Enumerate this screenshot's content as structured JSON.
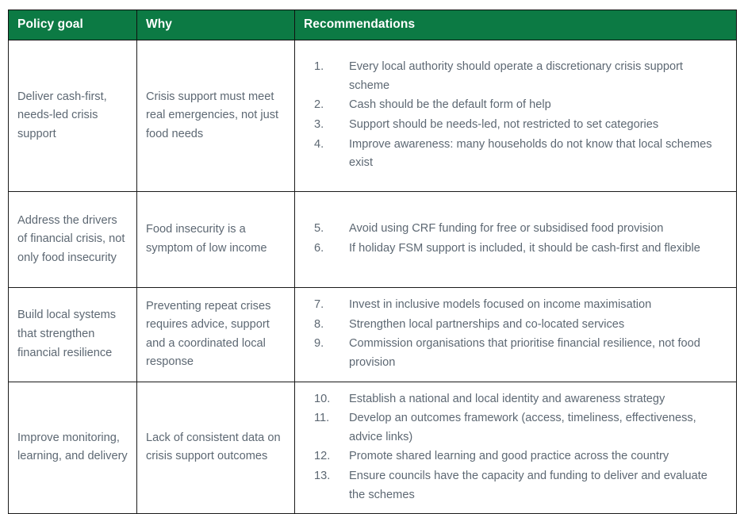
{
  "table": {
    "columns": [
      {
        "key": "goal",
        "label": "Policy goal"
      },
      {
        "key": "why",
        "label": "Why"
      },
      {
        "key": "recommendations",
        "label": "Recommendations"
      }
    ],
    "header": {
      "background_color": "#0c7a44",
      "text_color": "#ffffff"
    },
    "body": {
      "text_color": "#5d6873",
      "border_color": "#1a1a1a",
      "background_color": "#ffffff"
    },
    "rows": [
      {
        "goal": "Deliver cash-first, needs-led crisis support",
        "why": "Crisis support must meet real emergencies, not just food needs",
        "recommendations": [
          {
            "number": "1.",
            "text": " Every local authority should operate a discretionary crisis support scheme"
          },
          {
            "number": "2.",
            "text": "Cash should be the default form of help"
          },
          {
            "number": "3.",
            "text": "Support should be needs-led, not restricted to set categories"
          },
          {
            "number": "4.",
            "text": "Improve awareness: many households do not know that local schemes exist"
          }
        ]
      },
      {
        "goal": "Address the drivers of financial crisis, not only food insecurity",
        "why": "Food insecurity is a symptom of low income",
        "recommendations": [
          {
            "number": "5.",
            "text": "Avoid using CRF funding for free or subsidised food provision"
          },
          {
            "number": "6.",
            "text": "If holiday FSM support is included, it should be cash-first and flexible"
          }
        ]
      },
      {
        "goal": "Build local systems that strengthen financial resilience",
        "why": "Preventing repeat crises requires advice, support and a coordinated local response",
        "recommendations": [
          {
            "number": "7.",
            "text": "Invest in inclusive models focused on income maximisation"
          },
          {
            "number": "8.",
            "text": "Strengthen local partnerships and co-located services"
          },
          {
            "number": "9.",
            "text": "Commission organisations that prioritise financial resilience, not food provision"
          }
        ]
      },
      {
        "goal": "Improve monitoring, learning, and delivery",
        "why": "Lack of consistent data on crisis support outcomes",
        "recommendations": [
          {
            "number": "10.",
            "text": "Establish a national and local identity and awareness strategy"
          },
          {
            "number": "11.",
            "text": "Develop an outcomes framework (access, timeliness, effectiveness, advice links)"
          },
          {
            "number": "12.",
            "text": "Promote shared learning and good practice across the country"
          },
          {
            "number": "13.",
            "text": "Ensure councils have the capacity and funding to deliver and evaluate the schemes"
          }
        ]
      }
    ]
  }
}
